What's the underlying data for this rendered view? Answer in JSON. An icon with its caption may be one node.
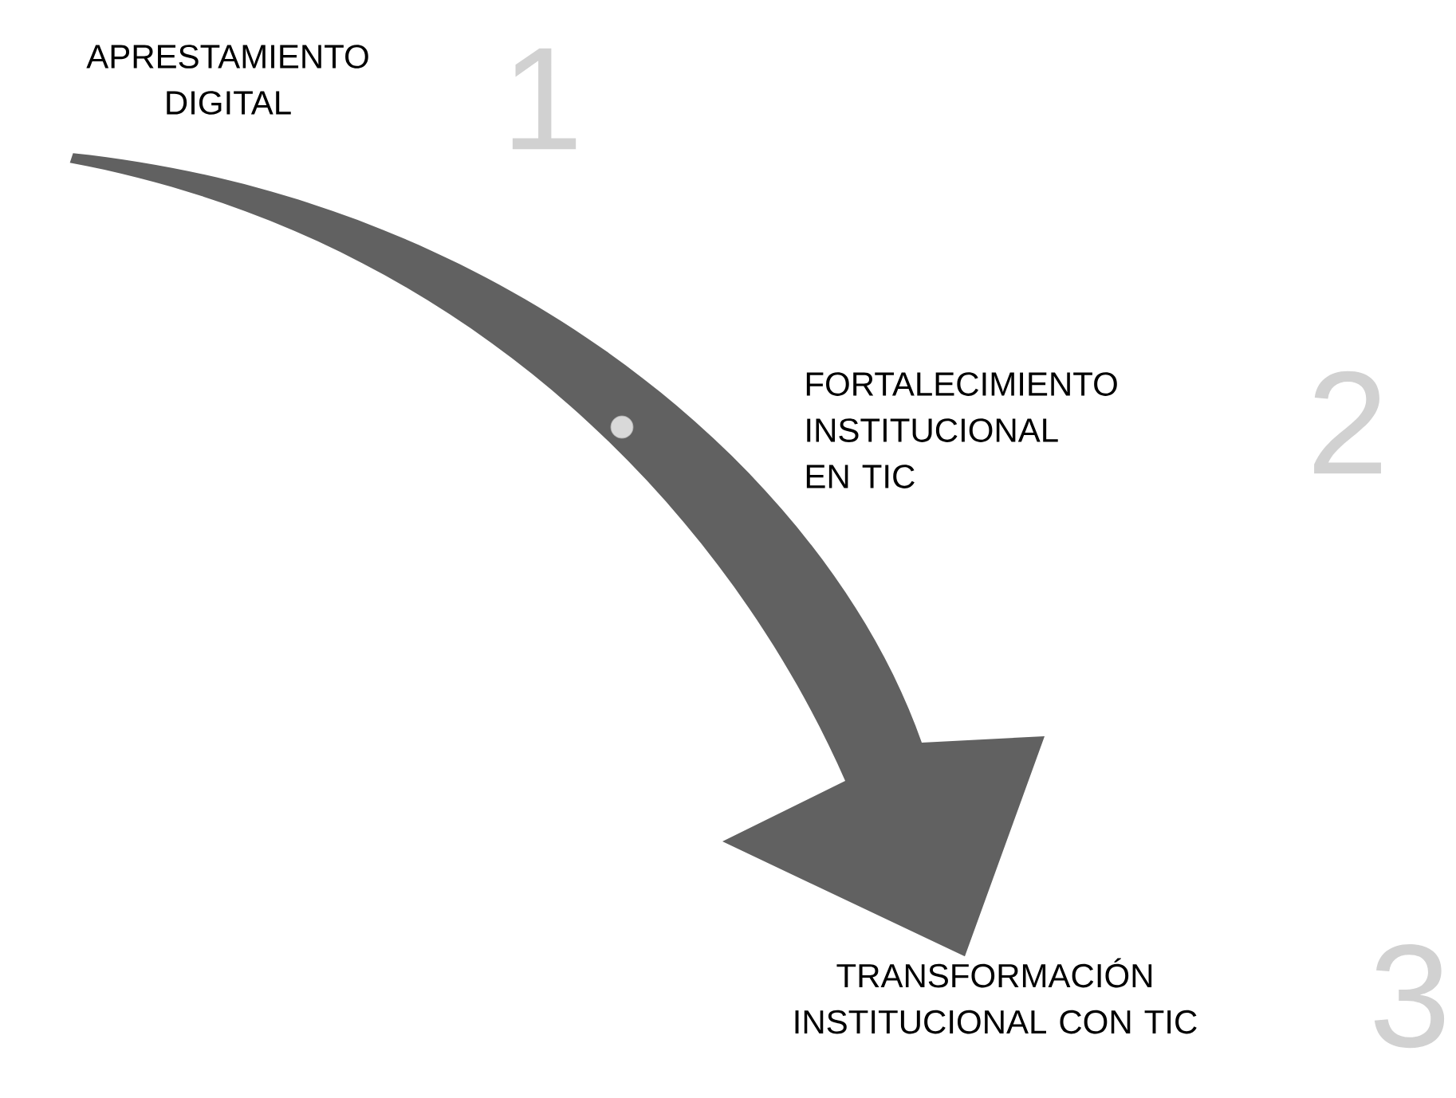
{
  "diagram": {
    "nodes": [
      {
        "text": [
          "APRESTAMIENTO DIGITAL"
        ],
        "beside": [
          "1"
        ]
      },
      {
        "text": [
          "FORTALECIMIENTO INSTITUCIONAL EN TIC"
        ],
        "beside": [
          "2"
        ]
      },
      {
        "text": [
          "TRANSFORMACIÓN INSTITUCIONAL CON TIC"
        ],
        "beside": [
          "3"
        ]
      }
    ],
    "edges": [
      {
        "from": 0,
        "to": 2,
        "arrow": "to"
      }
    ]
  }
}
